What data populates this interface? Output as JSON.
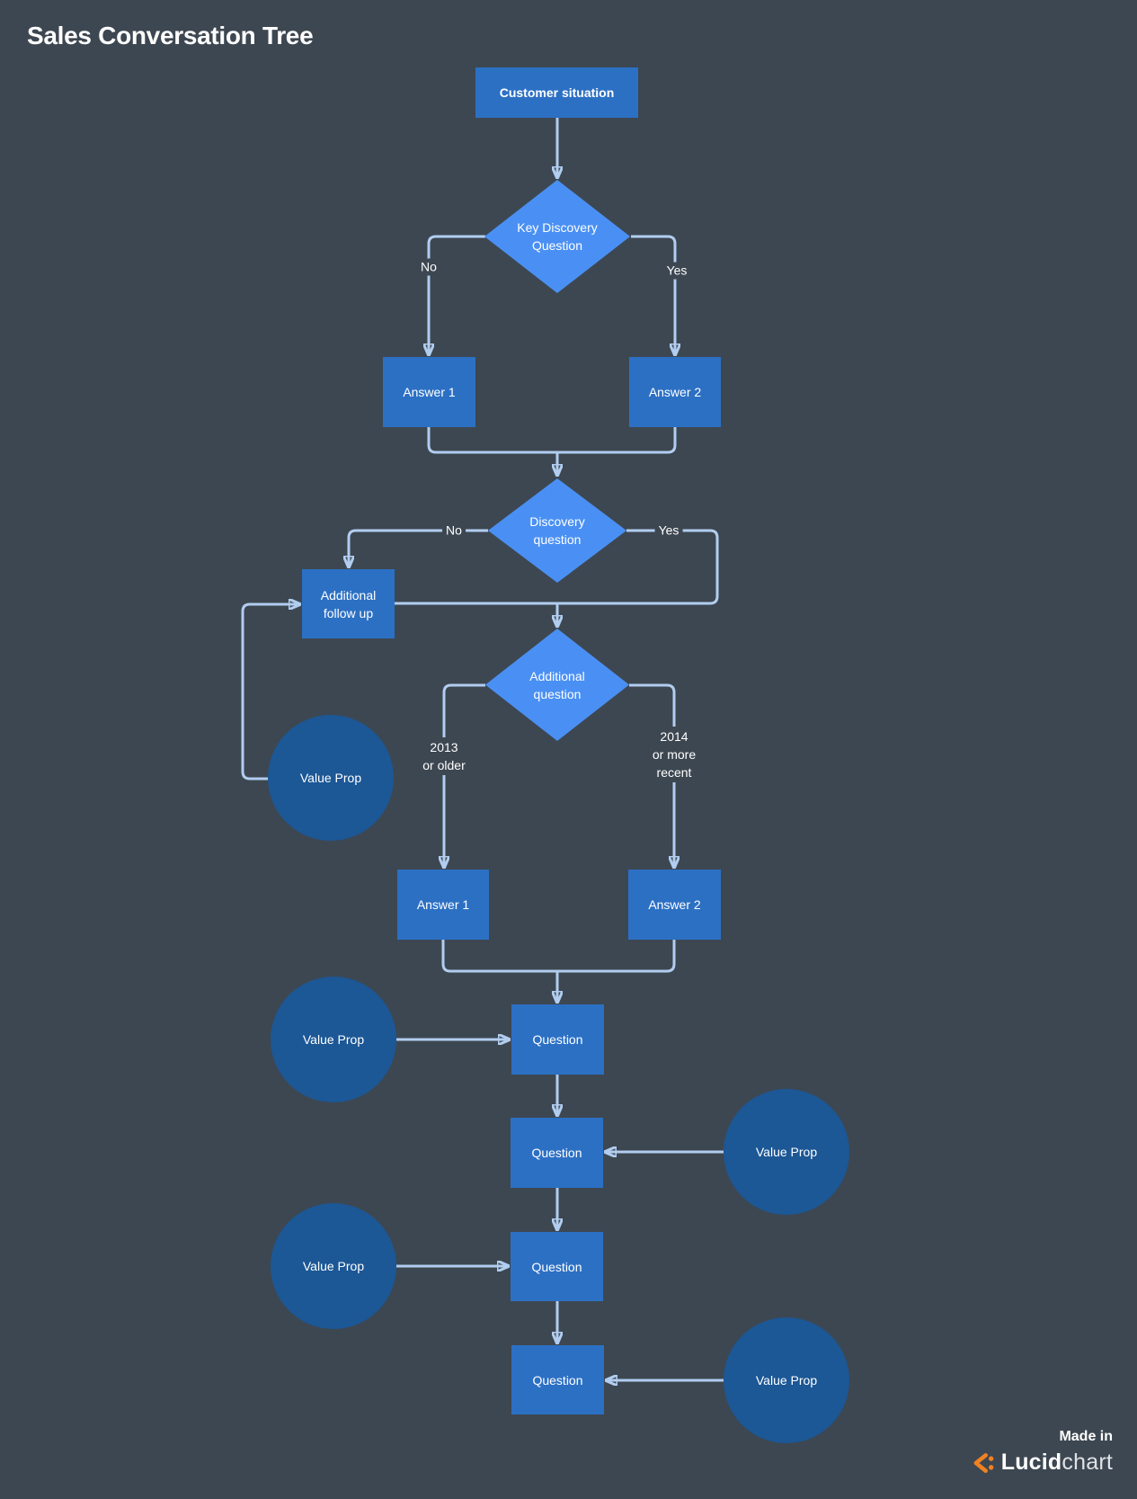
{
  "title": "Sales Conversation Tree",
  "colors": {
    "background": "#3d4751",
    "process_fill": "#2c70c4",
    "decision_fill": "#4a90f4",
    "value_prop_fill": "#1c5796",
    "connector": "#b1cdf0",
    "text": "#ffffff",
    "logo_orange": "#f08122"
  },
  "nodes": {
    "customer_situation": "Customer situation",
    "key_discovery_question": "Key Discovery Question",
    "answer1_top": "Answer 1",
    "answer2_top": "Answer 2",
    "discovery_question": "Discovery question",
    "additional_follow_up": "Additional follow up",
    "additional_question": "Additional question",
    "value_prop_1": "Value Prop",
    "answer1_mid": "Answer 1",
    "answer2_mid": "Answer 2",
    "question_1": "Question",
    "value_prop_2": "Value Prop",
    "question_2": "Question",
    "value_prop_3": "Value Prop",
    "question_3": "Question",
    "value_prop_4": "Value Prop",
    "question_4": "Question",
    "value_prop_5": "Value Prop"
  },
  "edge_labels": {
    "kd_no": "No",
    "kd_yes": "Yes",
    "dq_no": "No",
    "dq_yes": "Yes",
    "older": [
      "2013",
      "or older"
    ],
    "recent": [
      "2014",
      "or more",
      "recent"
    ]
  },
  "footer": {
    "made_in": "Made in",
    "brand_bold": "Lucid",
    "brand_light": "chart"
  }
}
